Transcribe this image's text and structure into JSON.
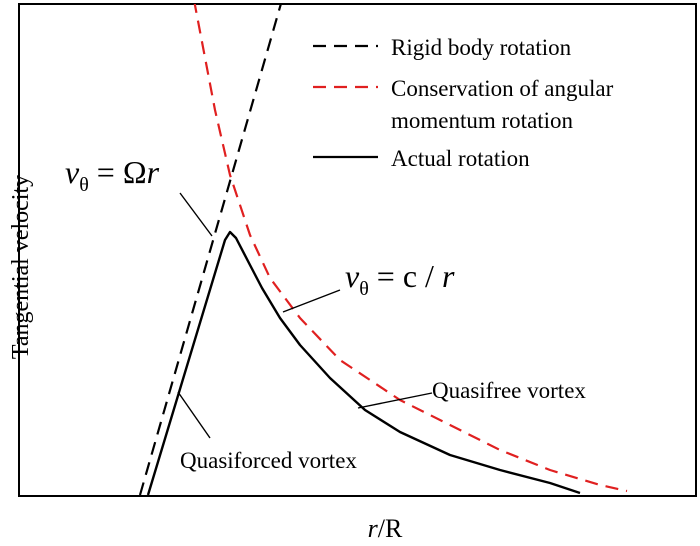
{
  "chart_data": {
    "type": "line",
    "title": "",
    "xlabel": "r/R",
    "ylabel": "Tangential velocity",
    "grid": false,
    "legend_position": "top-right",
    "legend": [
      {
        "label": "Rigid body rotation",
        "color": "#000000",
        "dash": "dashed"
      },
      {
        "label": "Conservation of angular momentum rotation",
        "lines": [
          "Conservation of angular",
          "momentum rotation"
        ],
        "color": "#e02020",
        "dash": "dashed"
      },
      {
        "label": "Actual rotation",
        "color": "#000000",
        "dash": "solid"
      }
    ],
    "series": [
      {
        "name": "Rigid body rotation",
        "color": "#000000",
        "dash": "dashed",
        "points": [
          [
            140,
            495
          ],
          [
            282,
            0
          ]
        ]
      },
      {
        "name": "Conservation of angular momentum rotation",
        "color": "#e02020",
        "dash": "dashed",
        "points": [
          [
            194,
            0
          ],
          [
            215,
            110
          ],
          [
            230,
            175
          ],
          [
            250,
            235
          ],
          [
            270,
            278
          ],
          [
            300,
            318
          ],
          [
            340,
            360
          ],
          [
            400,
            400
          ],
          [
            450,
            425
          ],
          [
            500,
            450
          ],
          [
            550,
            470
          ],
          [
            600,
            485
          ],
          [
            627,
            491
          ]
        ]
      },
      {
        "name": "Actual rotation",
        "color": "#000000",
        "dash": "solid",
        "points": [
          [
            148,
            495
          ],
          [
            225,
            240
          ],
          [
            230,
            232
          ],
          [
            236,
            238
          ],
          [
            250,
            265
          ],
          [
            262,
            288
          ],
          [
            280,
            318
          ],
          [
            300,
            345
          ],
          [
            330,
            378
          ],
          [
            365,
            410
          ],
          [
            400,
            432
          ],
          [
            450,
            455
          ],
          [
            500,
            470
          ],
          [
            550,
            483
          ],
          [
            580,
            493
          ]
        ]
      }
    ],
    "annotations": [
      {
        "text_main": "v",
        "text_sub": "θ",
        "text_rest": " = Ωr",
        "label_at": [
          65,
          183
        ],
        "line_from": [
          180,
          193
        ],
        "line_to": [
          212,
          236
        ]
      },
      {
        "text_main": "v",
        "text_sub": "θ",
        "text_rest": " = c / r",
        "label_at": [
          345,
          287
        ],
        "line_from": [
          340,
          290
        ],
        "line_to": [
          283,
          312
        ]
      },
      {
        "text": "Quasifree vortex",
        "label_at": [
          432,
          398
        ],
        "line_from": [
          432,
          393
        ],
        "line_to": [
          358,
          408
        ]
      },
      {
        "text": "Quasiforced vortex",
        "label_at": [
          180,
          468
        ],
        "line_from": [
          210,
          438
        ],
        "line_to": [
          178,
          392
        ]
      }
    ]
  }
}
